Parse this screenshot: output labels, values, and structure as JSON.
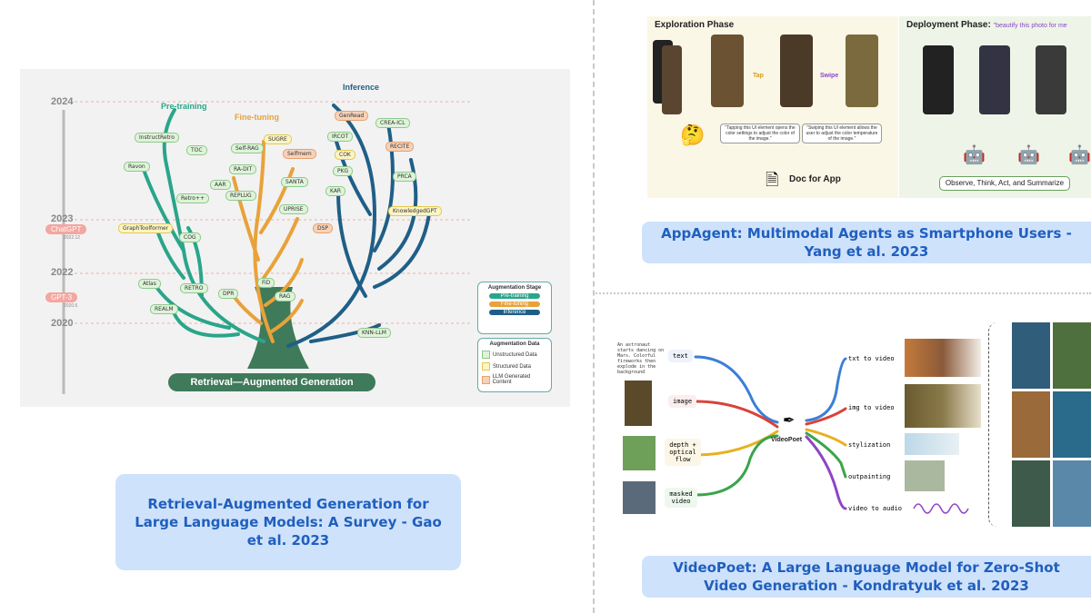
{
  "captions": {
    "rag": "Retrieval-Augmented Generation for Large Language Models: A Survey - Gao et al. 2023",
    "appagent": "AppAgent: Multimodal Agents as Smartphone Users - Yang et al. 2023",
    "videopoet": "VideoPoet: A Large Language Model for Zero-Shot Video Generation - Kondratyuk et al. 2023"
  },
  "rag_figure": {
    "title": "Retrieval—Augmented Generation",
    "stages": [
      "Pre-training",
      "Fine-tuning",
      "Inference"
    ],
    "years": [
      "2024",
      "2023",
      "2022",
      "2020"
    ],
    "milestones": [
      {
        "name": "ChatGPT",
        "date": "2022.12"
      },
      {
        "name": "GPT-3",
        "date": "2020.6"
      }
    ],
    "pretraining_nodes": [
      "InstructRetro",
      "TOC",
      "Ravon",
      "Retro++",
      "GraphToolformer",
      "COG",
      "Atlas",
      "RETRO",
      "REALM"
    ],
    "finetuning_nodes": [
      "SUGRE",
      "Self-RAG",
      "Selfmem",
      "RA-DIT",
      "AAR",
      "REPLUG",
      "SANTA",
      "UPRISE",
      "FiD",
      "DPR",
      "RAG"
    ],
    "inference_nodes": [
      "GenRead",
      "CREA-ICL",
      "IRCOT",
      "RECITE",
      "COK",
      "PKG",
      "PRCA",
      "KAR",
      "KnowledgedGPT",
      "DSP",
      "KNN-LLM"
    ],
    "legend_stage": {
      "title": "Augmentation Stage",
      "items": [
        "Pre-training",
        "Fine-tuning",
        "Inference"
      ]
    },
    "legend_data": {
      "title": "Augmentation Data",
      "items": [
        "Unstructured Data",
        "Structured Data",
        "LLM Generated Content"
      ]
    },
    "colors": {
      "pretraining": "#2aa58a",
      "finetuning": "#e8a23a",
      "inference": "#1f5f87",
      "trunk": "#3f7a5a"
    }
  },
  "appagent_figure": {
    "exploration": "Exploration Phase",
    "deployment": "Deployment Phase:",
    "deployment_prompt": "\"beautify this photo for me",
    "tap": "Tap",
    "swipe": "Swipe",
    "note_tap": "\"Tapping this UI element opens the color settings to adjust the color of the image.\"",
    "note_swipe": "\"Swiping this UI element allows the user to adjust the color temperature of the image.\"",
    "doc": "Doc for App",
    "loop": "Observe, Think, Act, and Summarize"
  },
  "videopoet_figure": {
    "prompt": "An astronaut starts dancing on Mars. Colorful fireworks then explode in the background",
    "inputs": [
      "text",
      "image",
      "depth + optical flow",
      "masked video"
    ],
    "model": "VideoPoet",
    "outputs": [
      "txt to video",
      "img to video",
      "stylization",
      "outpainting",
      "video to audio"
    ],
    "colors": {
      "text": "#3b7dd8",
      "image": "#d9433a",
      "depth": "#e8b020",
      "masked": "#3aa44a",
      "audio": "#8e44c4"
    }
  }
}
